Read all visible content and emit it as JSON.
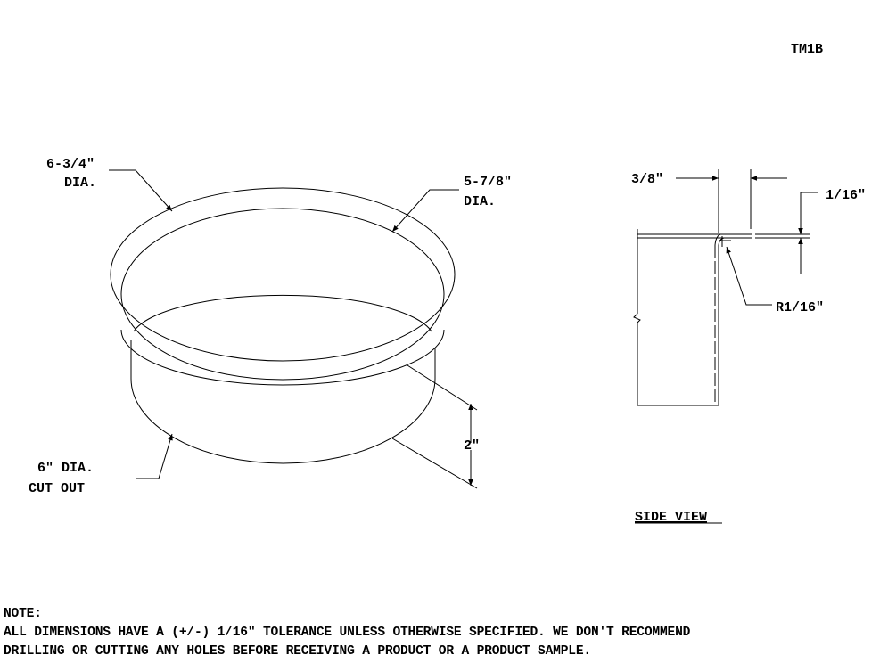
{
  "drawing_id": "TM1B",
  "main_view": {
    "outer_dia": {
      "line1": "6-3/4\"",
      "line2": "DIA."
    },
    "inner_dia": {
      "line1": "5-7/8\"",
      "line2": "DIA."
    },
    "height": "2\"",
    "cutout": {
      "line1": "6\" DIA.",
      "line2": "CUT OUT"
    }
  },
  "side_view": {
    "title": "SIDE VIEW",
    "flange_width": "3/8\"",
    "thickness": "1/16\"",
    "radius": "R1/16\""
  },
  "note": {
    "heading": "NOTE:",
    "line1": "ALL DIMENSIONS HAVE A (+/-) 1/16\" TOLERANCE UNLESS OTHERWISE SPECIFIED. WE DON'T RECOMMEND",
    "line2": "DRILLING OR CUTTING ANY HOLES BEFORE RECEIVING A PRODUCT OR A PRODUCT SAMPLE."
  }
}
